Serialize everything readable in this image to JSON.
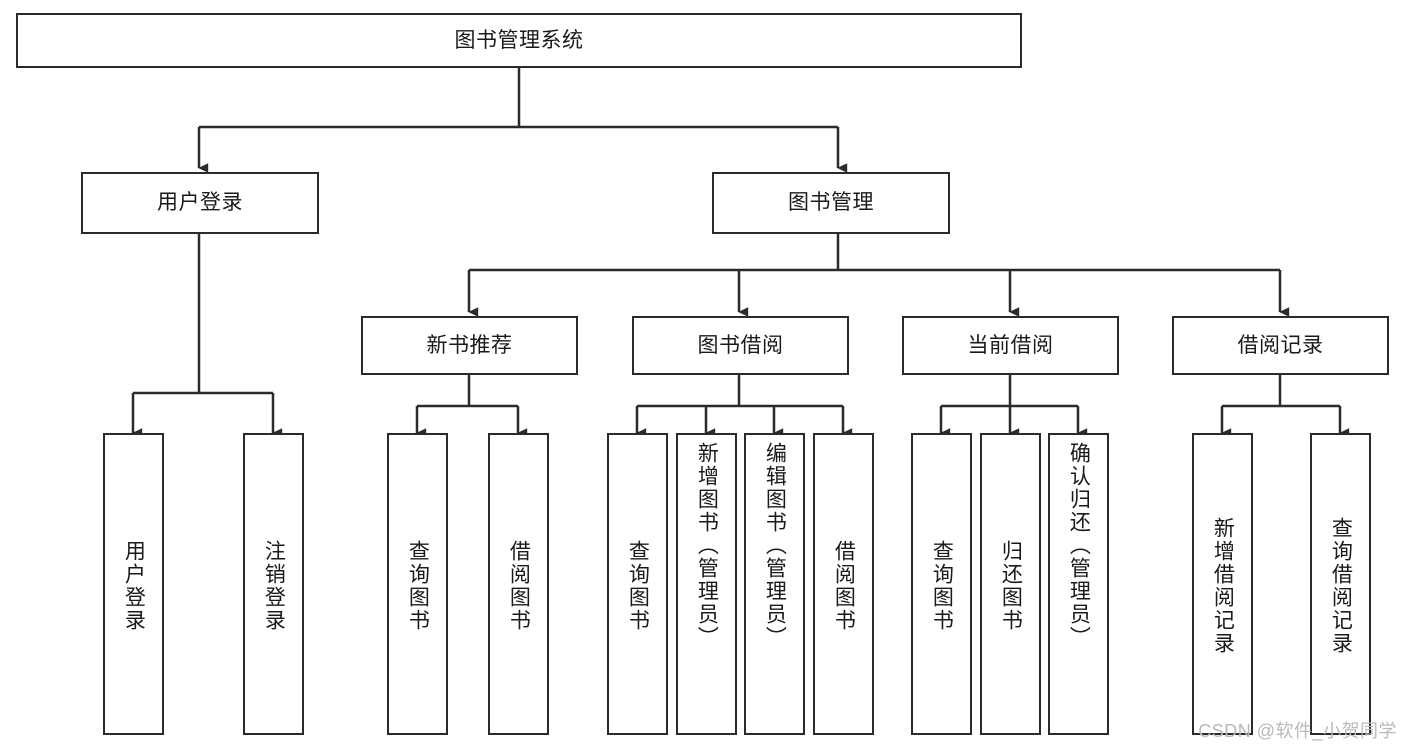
{
  "diagram": {
    "title": "图书管理系统",
    "type": "hierarchy-tree",
    "watermark": "CSDN @软件_小贺同学",
    "stroke_color": "#2b2b2b",
    "fill_color": "#ffffff",
    "text_color": "#1a1a1a",
    "watermark_color": "#b9b9b9"
  },
  "nodes": {
    "root": {
      "label": "图书管理系统",
      "level": 1,
      "orientation": "horizontal"
    },
    "l2": [
      {
        "id": "user-login",
        "label": "用户登录",
        "level": 2,
        "orientation": "horizontal"
      },
      {
        "id": "book-manage",
        "label": "图书管理",
        "level": 2,
        "orientation": "horizontal"
      }
    ],
    "l3": [
      {
        "id": "new-book-recommend",
        "label": "新书推荐",
        "level": 3,
        "orientation": "horizontal"
      },
      {
        "id": "book-borrow",
        "label": "图书借阅",
        "level": 3,
        "orientation": "horizontal"
      },
      {
        "id": "current-borrow",
        "label": "当前借阅",
        "level": 3,
        "orientation": "horizontal"
      },
      {
        "id": "borrow-record",
        "label": "借阅记录",
        "level": 3,
        "orientation": "horizontal"
      }
    ],
    "leaves": [
      {
        "id": "leaf-user-login",
        "label": "用户登录",
        "parent": "user-login",
        "orientation": "vertical",
        "align": "middle"
      },
      {
        "id": "leaf-user-logout",
        "label": "注销登录",
        "parent": "user-login",
        "orientation": "vertical",
        "align": "middle"
      },
      {
        "id": "leaf-query-book-1",
        "label": "查询图书",
        "parent": "new-book-recommend",
        "orientation": "vertical",
        "align": "middle"
      },
      {
        "id": "leaf-borrow-book-1",
        "label": "借阅图书",
        "parent": "new-book-recommend",
        "orientation": "vertical",
        "align": "middle"
      },
      {
        "id": "leaf-query-book-2",
        "label": "查询图书",
        "parent": "book-borrow",
        "orientation": "vertical",
        "align": "middle"
      },
      {
        "id": "leaf-add-book-admin",
        "label": "新增图书（管理员）",
        "parent": "book-borrow",
        "orientation": "vertical",
        "align": "top"
      },
      {
        "id": "leaf-edit-book-admin",
        "label": "编辑图书（管理员）",
        "parent": "book-borrow",
        "orientation": "vertical",
        "align": "top"
      },
      {
        "id": "leaf-borrow-book-2",
        "label": "借阅图书",
        "parent": "book-borrow",
        "orientation": "vertical",
        "align": "middle"
      },
      {
        "id": "leaf-query-book-3",
        "label": "查询图书",
        "parent": "current-borrow",
        "orientation": "vertical",
        "align": "middle"
      },
      {
        "id": "leaf-return-book",
        "label": "归还图书",
        "parent": "current-borrow",
        "orientation": "vertical",
        "align": "middle"
      },
      {
        "id": "leaf-confirm-return-admin",
        "label": "确认归还（管理员）",
        "parent": "current-borrow",
        "orientation": "vertical",
        "align": "top"
      },
      {
        "id": "leaf-add-borrow-record",
        "label": "新增借阅记录",
        "parent": "borrow-record",
        "orientation": "vertical",
        "align": "middle"
      },
      {
        "id": "leaf-query-borrow-record",
        "label": "查询借阅记录",
        "parent": "borrow-record",
        "orientation": "vertical",
        "align": "middle"
      }
    ]
  },
  "edges": [
    {
      "from": "图书管理系统",
      "to": "用户登录"
    },
    {
      "from": "图书管理系统",
      "to": "图书管理"
    },
    {
      "from": "用户登录",
      "to": "用户登录"
    },
    {
      "from": "用户登录",
      "to": "注销登录"
    },
    {
      "from": "图书管理",
      "to": "新书推荐"
    },
    {
      "from": "图书管理",
      "to": "图书借阅"
    },
    {
      "from": "图书管理",
      "to": "当前借阅"
    },
    {
      "from": "图书管理",
      "to": "借阅记录"
    },
    {
      "from": "新书推荐",
      "to": "查询图书"
    },
    {
      "from": "新书推荐",
      "to": "借阅图书"
    },
    {
      "from": "图书借阅",
      "to": "查询图书"
    },
    {
      "from": "图书借阅",
      "to": "新增图书（管理员）"
    },
    {
      "from": "图书借阅",
      "to": "编辑图书（管理员）"
    },
    {
      "from": "图书借阅",
      "to": "借阅图书"
    },
    {
      "from": "当前借阅",
      "to": "查询图书"
    },
    {
      "from": "当前借阅",
      "to": "归还图书"
    },
    {
      "from": "当前借阅",
      "to": "确认归还（管理员）"
    },
    {
      "from": "借阅记录",
      "to": "新增借阅记录"
    },
    {
      "from": "借阅记录",
      "to": "查询借阅记录"
    }
  ]
}
